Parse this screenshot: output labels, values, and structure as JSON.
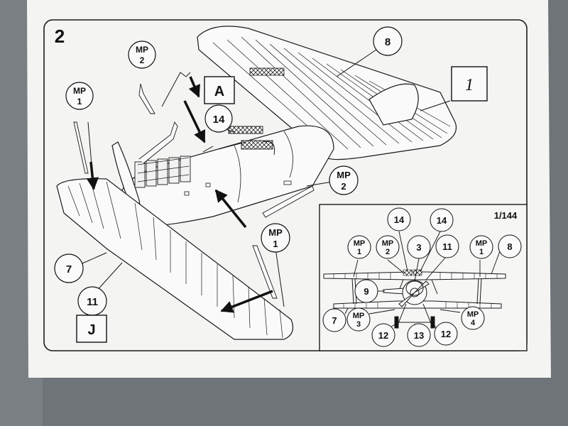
{
  "step": "2",
  "scale": "1/144",
  "main_view": {
    "labels": {
      "mp2_top": [
        "MP",
        "2"
      ],
      "mp1_left": [
        "MP",
        "1"
      ],
      "mp2_right": [
        "MP",
        "2"
      ],
      "mp1_bottom": [
        "MP",
        "1"
      ],
      "part_8": "8",
      "part_14": "14",
      "part_7": "7",
      "part_11": "11",
      "box_A": "A",
      "box_1": "1",
      "box_J": "J"
    }
  },
  "inset_view": {
    "labels": {
      "mp1_left": [
        "MP",
        "1"
      ],
      "mp2": [
        "MP",
        "2"
      ],
      "part_14_a": "14",
      "part_14_b": "14",
      "part_3": "3",
      "part_11": "11",
      "mp1_right": [
        "MP",
        "1"
      ],
      "part_8": "8",
      "part_9": "9",
      "part_7": "7",
      "mp3": [
        "MP",
        "3"
      ],
      "mp4": [
        "MP",
        "4"
      ],
      "part_12_a": "12",
      "part_13": "13",
      "part_12_b": "12"
    }
  },
  "colors": {
    "backdrop": "#6f7479",
    "paper": "#f4f4f2",
    "ink": "#141414"
  }
}
